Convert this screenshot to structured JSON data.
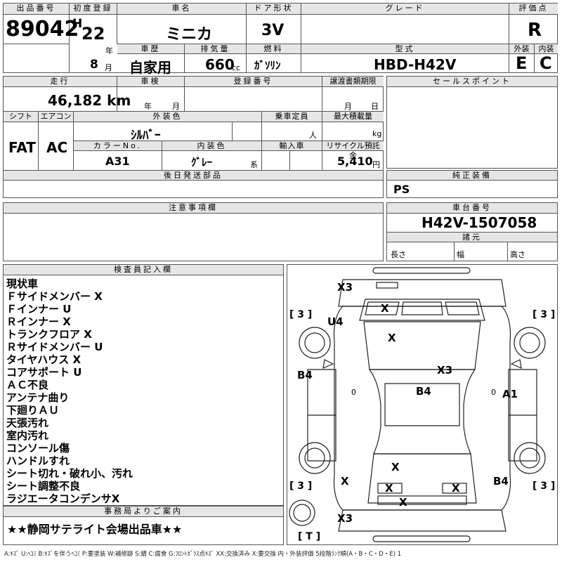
{
  "header": {
    "lot_no_label": "出品番号",
    "lot_no": "89042",
    "first_reg_label": "初度登録",
    "era": "H",
    "year": "22",
    "year_unit": "年",
    "month": "8",
    "month_unit": "月",
    "car_name_label": "車名",
    "car_name": "ミニカ",
    "door_label": "ドア形状",
    "door": "3V",
    "grade_label": "グレード",
    "grade": "",
    "score_label": "評価点",
    "score": "R",
    "history_label": "車歴",
    "history": "自家用",
    "displacement_label": "排気量",
    "displacement": "660",
    "displacement_unit": "cc",
    "fuel_label": "燃料",
    "fuel": "ｶﾞｿﾘﾝ",
    "model_label": "型式",
    "model": "HBD-H42V",
    "exterior_label": "外装",
    "exterior": "E",
    "interior_label": "内装",
    "interior": "C"
  },
  "details": {
    "mileage_label": "走行",
    "mileage": "46,182 km",
    "inspection_label": "車検",
    "insp_year_unit": "年",
    "insp_month_unit": "月",
    "reg_no_label": "登録番号",
    "transfer_label": "譲渡書類期限",
    "transfer_month_unit": "月",
    "transfer_day_unit": "日",
    "shift_label": "シフト",
    "shift": "FAT",
    "ac_label": "エアコン",
    "ac": "AC",
    "ext_color_label": "外装色",
    "ext_color": "ｼﾙﾊﾞｰ",
    "capacity_label": "乗車定員",
    "capacity_unit": "人",
    "max_load_label": "最大積載量",
    "max_load_unit": "kg",
    "color_no_label": "カラーNo.",
    "color_no": "A31",
    "int_color_label": "内装色",
    "int_color": "ｸﾞﾚｰ",
    "int_color_suffix": "系",
    "import_label": "輸入車",
    "recycle_label": "リサイクル預託金",
    "recycle": "5,410",
    "recycle_unit": "円"
  },
  "sale_points_label": "セールスポイント",
  "later_parts_label": "後日発送部品",
  "genuine_equipment_label": "純正装備",
  "genuine_equipment": "PS",
  "caution_label": "注意事項欄",
  "chassis_label": "車台番号",
  "chassis": "H42V-1507058",
  "dimensions_label": "諸元",
  "length_label": "長さ",
  "width_label": "幅",
  "height_label": "高さ",
  "inspector_label": "検査員記入欄",
  "inspector_notes": [
    "現状車",
    "Ｆサイドメンバー X",
    "Ｆインナー U",
    "Ｒインナー X",
    "トランクフロア X",
    "Ｒサイドメンバー U",
    "タイヤハウス X",
    "コアサポート U",
    "ＡＣ不良",
    "アンテナ曲り",
    "下廻りＡＵ",
    "天張汚れ",
    "室内汚れ",
    "コンソール傷",
    "ハンドルすれ",
    "シート切れ・破れ小、汚れ",
    "シート調整不良",
    "ラジエータコンデンサX"
  ],
  "office_label": "事務局よりご案内",
  "office_note": "★★静岡サテライト会場出品車★★",
  "diagram": {
    "marks": [
      "X3",
      "X",
      "U4",
      "X",
      "X3",
      "B4",
      "B4",
      "A1",
      "X",
      "X",
      "B4",
      "X",
      "X",
      "X",
      "X3"
    ],
    "tires": [
      "3",
      "3",
      "3",
      "3",
      "T"
    ],
    "zeros": [
      "0",
      "0"
    ]
  },
  "legend": "A:ｷｽﾞ U:ﾍｺﾐ B:ｷｽﾞを伴うﾍｺﾐ P:要塗装 W:補修跡 S:錆 C:腐食 G:ﾌﾛﾝﾄｶﾞﾗｽ点ｷｽﾞ XX:交換済み X:要交換 内・外装評価 5段階ﾗﾝｸ順(A・B・C・D・E) 1"
}
